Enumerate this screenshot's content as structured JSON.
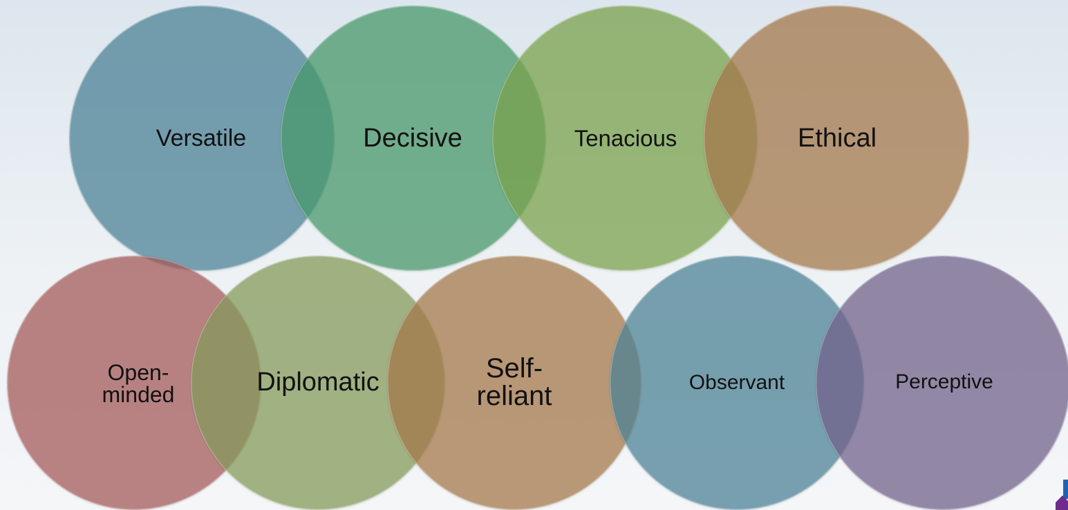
{
  "diagram": {
    "colors": {
      "versatile": "#4c8296",
      "decisive": "#48986a",
      "tenacious": "#7aa24c",
      "ethical": "#a4784a",
      "open_minded": "#a45a5a",
      "diplomatic": "#849a5a",
      "self_reliant": "#a4784a",
      "observant": "#4c8296",
      "perceptive": "#71628a"
    },
    "top_row": [
      {
        "label": "Versatile"
      },
      {
        "label": "Decisive"
      },
      {
        "label": "Tenacious"
      },
      {
        "label": "Ethical"
      }
    ],
    "bottom_row": [
      {
        "label": "Open-\nminded"
      },
      {
        "label": "Diplomatic"
      },
      {
        "label": "Self-\nreliant"
      },
      {
        "label": "Observant"
      },
      {
        "label": "Perceptive"
      }
    ]
  },
  "corner_logo": "logo-mark"
}
